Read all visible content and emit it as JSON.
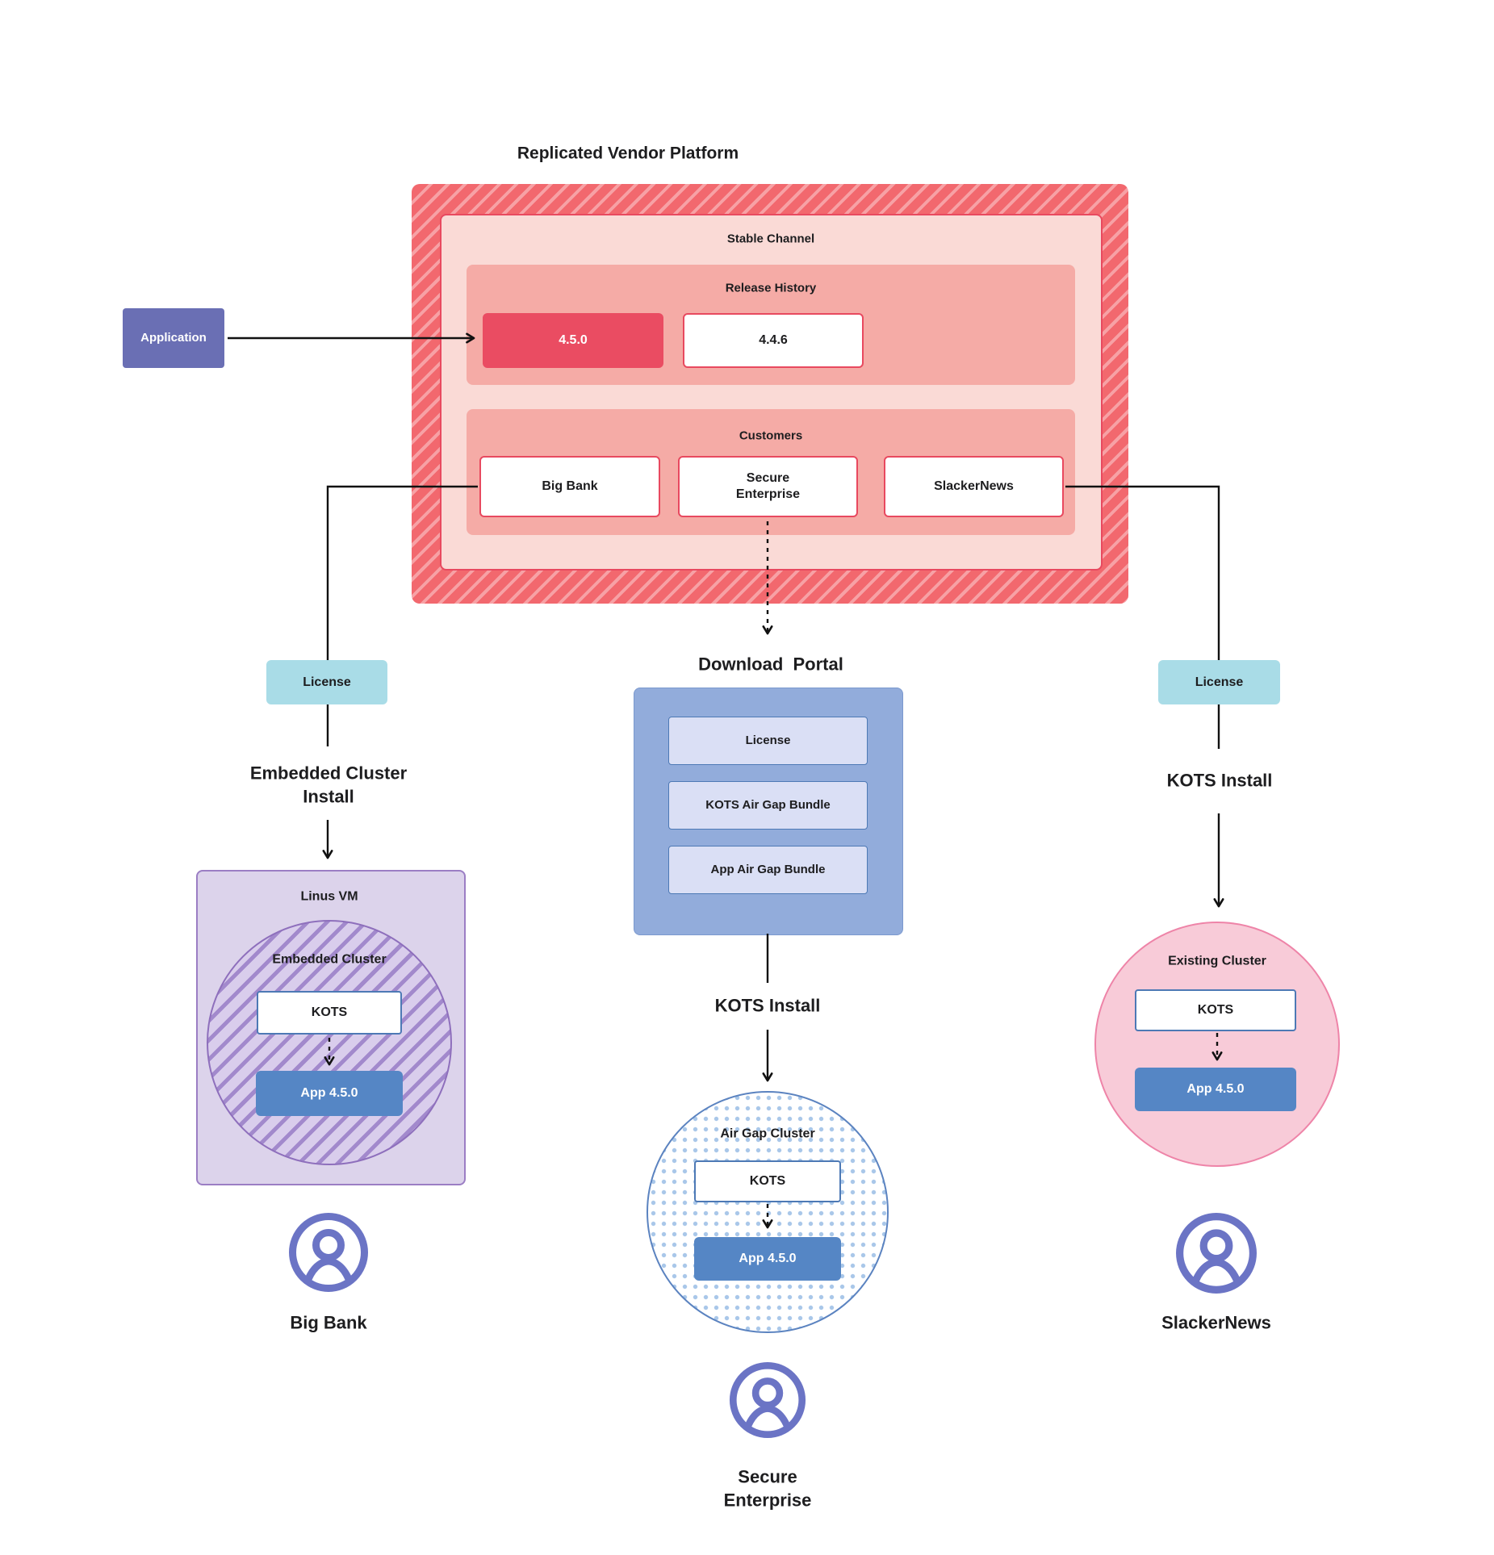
{
  "title": "Replicated Vendor Platform",
  "platform": {
    "stable_label": "Stable Channel",
    "release_history_label": "Release History",
    "customers_label": "Customers",
    "releases": [
      {
        "version": "4.5.0",
        "highlight": true
      },
      {
        "version": "4.4.6",
        "highlight": false
      }
    ],
    "customers": [
      "Big Bank",
      "Secure\nEnterprise",
      "SlackerNews"
    ]
  },
  "application": {
    "label": "Application"
  },
  "left": {
    "license": "License",
    "install": "Embedded Cluster\nInstall",
    "vm": "Linus VM",
    "cluster": "Embedded Cluster",
    "kots": "KOTS",
    "app": "App 4.5.0",
    "persona": "Big Bank"
  },
  "middle": {
    "portal_title": "Download  Portal",
    "portal_items": [
      "License",
      "KOTS Air Gap Bundle",
      "App Air Gap Bundle"
    ],
    "install": "KOTS Install",
    "cluster": "Air Gap Cluster",
    "kots": "KOTS",
    "app": "App 4.5.0",
    "persona": "Secure\nEnterprise"
  },
  "right": {
    "license": "License",
    "install": "KOTS Install",
    "cluster": "Existing Cluster",
    "kots": "KOTS",
    "app": "App 4.5.0",
    "persona": "SlackerNews"
  },
  "colors": {
    "hatch_red": "#f2686e",
    "accent_red": "#e8495f",
    "release_highlight": "#ea4c62",
    "salmon": "#f5aba6",
    "light_pink": "#fadad6",
    "application_indigo": "#6a6fb4",
    "license_cyan": "#a9dce7",
    "portal_blue": "#92acdb",
    "bundle_fill": "#dadff5",
    "kots_border": "#4d79b5",
    "app_blue": "#5586c5",
    "vm_purple_fill": "#dcd3eb",
    "vm_purple_border": "#9b7ec4",
    "existing_pink_fill": "#f8cbd8",
    "existing_pink_border": "#ee84a8",
    "person_indigo": "#6b74c5",
    "connector": "#111111"
  }
}
